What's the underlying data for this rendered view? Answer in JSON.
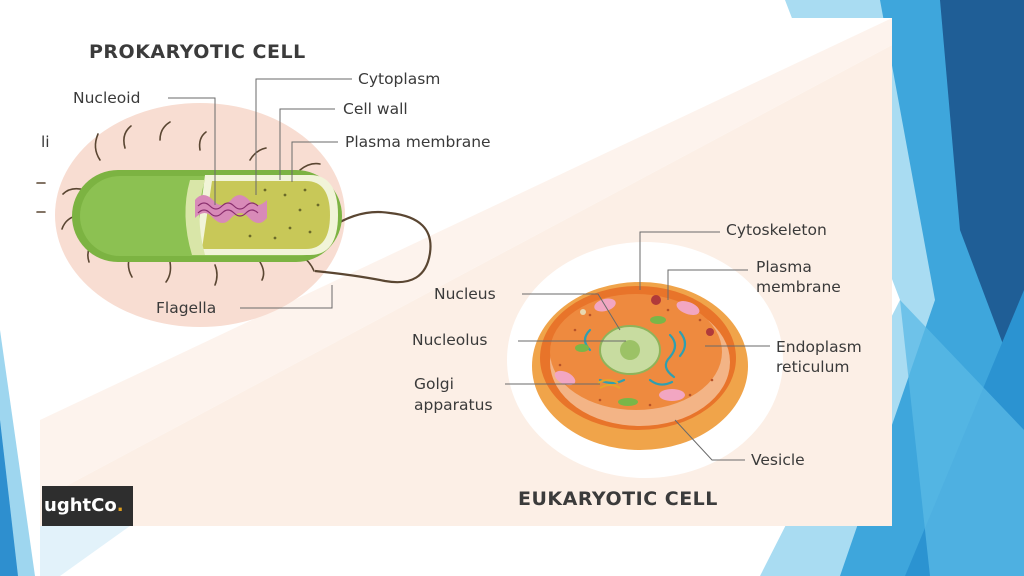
{
  "prokaryotic": {
    "title": "PROKARYOTIC CELL",
    "labels": {
      "nucleoid": "Nucleoid",
      "cytoplasm": "Cytoplasm",
      "cell_wall": "Cell wall",
      "plasma_membrane": "Plasma membrane",
      "flagella": "Flagella",
      "clipped_left": "li"
    }
  },
  "eukaryotic": {
    "title": "EUKARYOTIC CELL",
    "labels": {
      "cytoskeleton": "Cytoskeleton",
      "plasma_membrane_line1": "Plasma",
      "plasma_membrane_line2": "membrane",
      "nucleus": "Nucleus",
      "nucleolus": "Nucleolus",
      "endoplasm_line1": "Endoplasm",
      "endoplasm_line2": "reticulum",
      "golgi_line1": "Golgi",
      "golgi_line2": "apparatus",
      "vesicle": "Vesicle"
    }
  },
  "logo": {
    "text": "ughtCo",
    "dot": "."
  },
  "colors": {
    "slide_accent_dark": "#1f5e96",
    "slide_accent_mid": "#2a8fcf",
    "slide_accent_light": "#8fd0ee",
    "prokaryote_green": "#7cb342",
    "eukaryote_orange": "#e8742a",
    "nucleus_green": "#a9c96b"
  }
}
